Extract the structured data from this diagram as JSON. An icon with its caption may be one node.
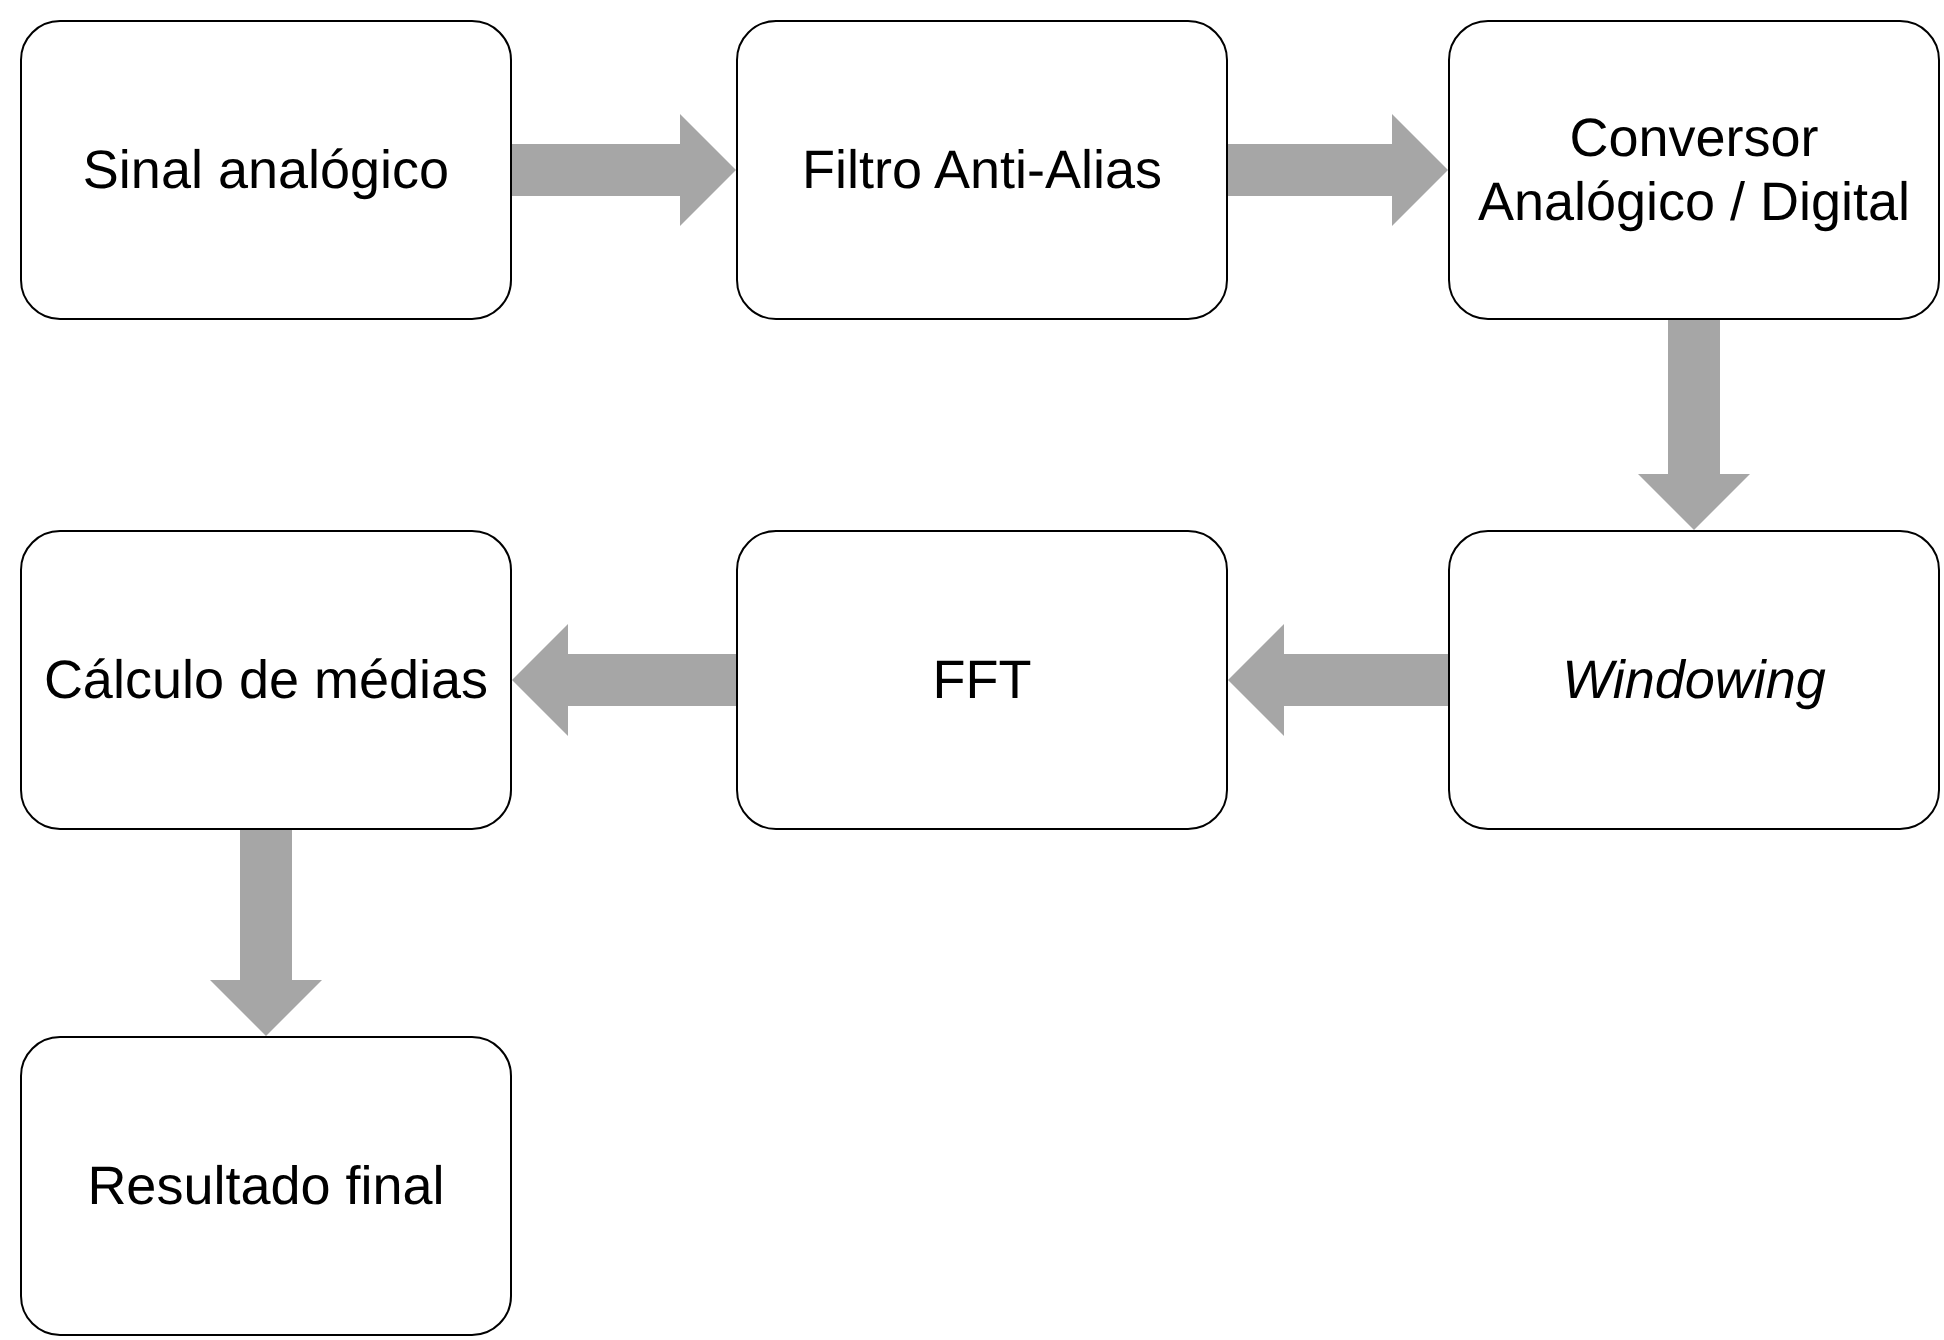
{
  "diagram": {
    "nodes": [
      {
        "text": [
          "Sinal analógico"
        ]
      },
      {
        "text": [
          "Filtro Anti-Alias"
        ]
      },
      {
        "text": [
          "Conversor Analógico / Digital"
        ]
      },
      {
        "text": [
          "Windowing"
        ]
      },
      {
        "text": [
          "FFT"
        ]
      },
      {
        "text": [
          "Cálculo de médias"
        ]
      },
      {
        "text": [
          "Resultado final"
        ]
      }
    ],
    "edges": [
      {
        "from": 0,
        "to": 1,
        "arrow": "to"
      },
      {
        "from": 1,
        "to": 2,
        "arrow": "to"
      },
      {
        "from": 2,
        "to": 3,
        "arrow": "to"
      },
      {
        "from": 3,
        "to": 4,
        "arrow": "to"
      },
      {
        "from": 4,
        "to": 5,
        "arrow": "to"
      },
      {
        "from": 5,
        "to": 6,
        "arrow": "to"
      }
    ]
  }
}
